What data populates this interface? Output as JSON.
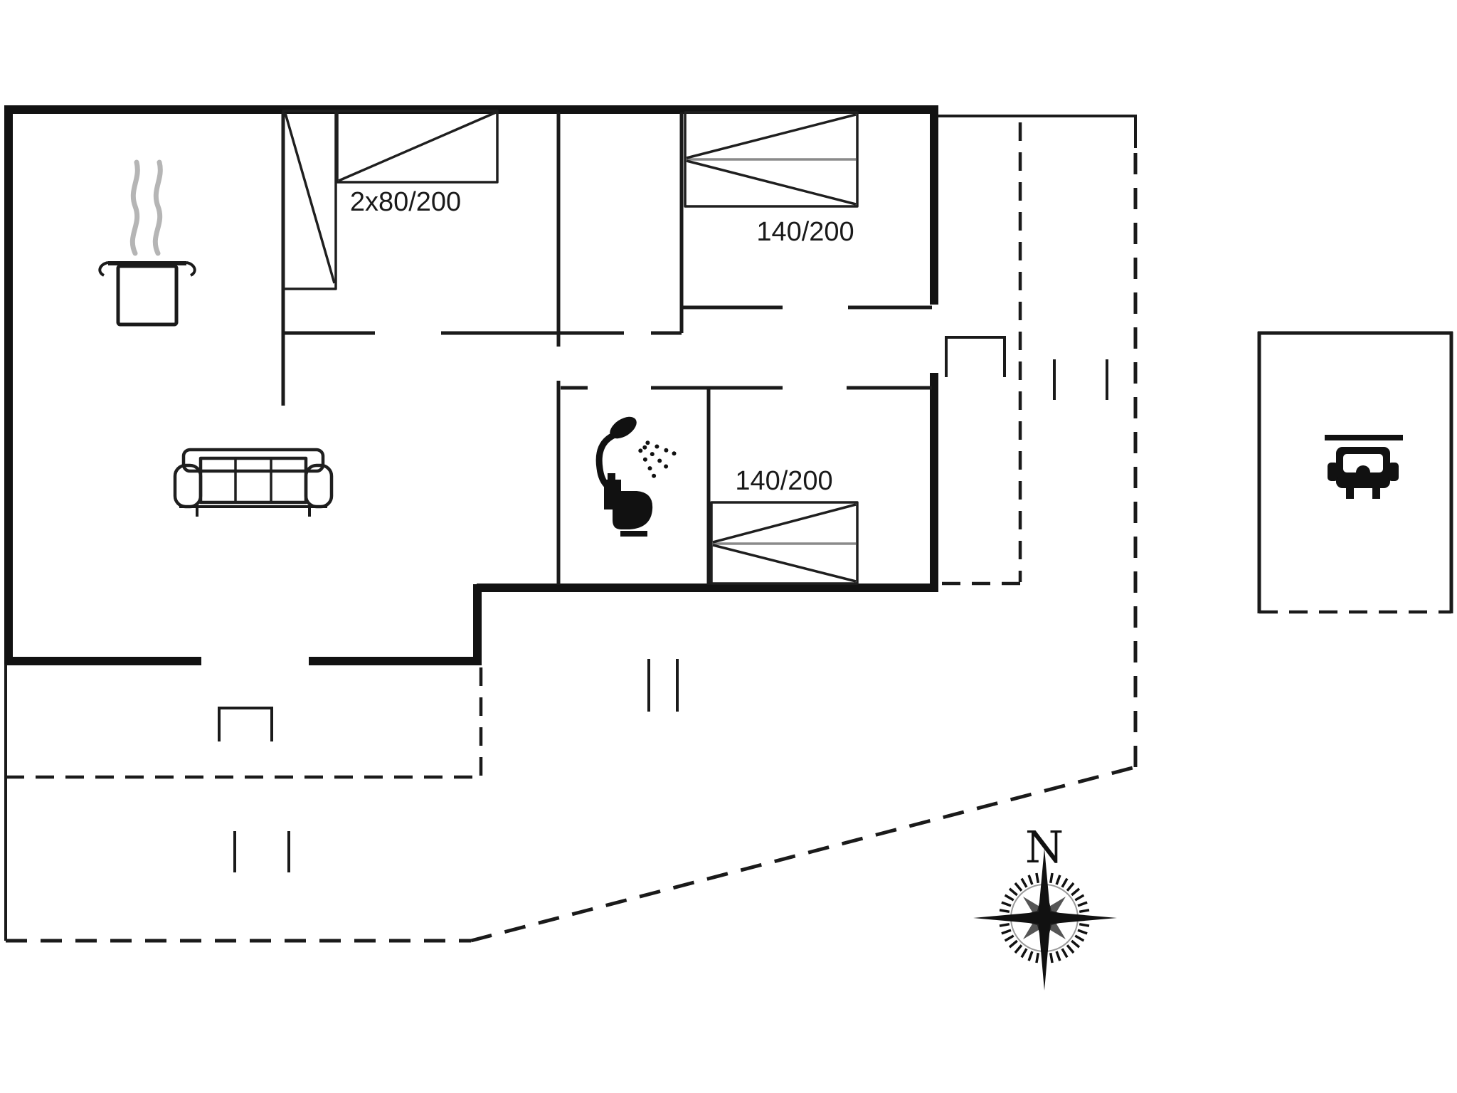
{
  "floorplan": {
    "beds": [
      {
        "name": "double-bed-top-left",
        "size_label": "2x80/200"
      },
      {
        "name": "bed-top-right",
        "size_label": "140/200"
      },
      {
        "name": "bed-middle",
        "size_label": "140/200"
      }
    ],
    "compass": {
      "north_label": "N"
    },
    "furniture_icons": [
      "cooking-pot-icon",
      "steam-icon",
      "wardrobe-icon",
      "sofa-icon",
      "shower-icon",
      "toilet-icon",
      "car-icon",
      "compass-rose-icon"
    ],
    "colors": {
      "ink": "#111111",
      "steam": "#b5b5b5",
      "bed_mid_line": "#8a8a8a",
      "background": "#ffffff"
    }
  }
}
